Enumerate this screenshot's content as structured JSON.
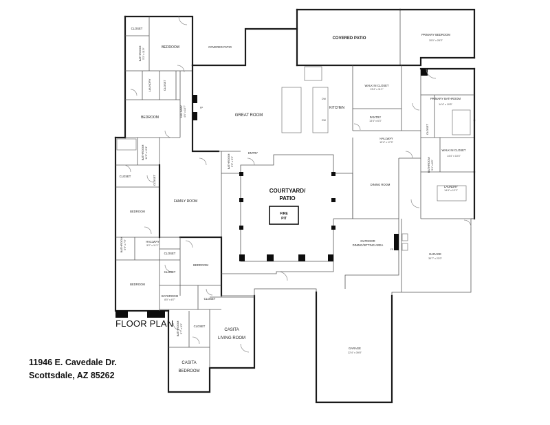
{
  "plan_title": "FLOOR PLAN",
  "address": {
    "line1": "11946 E. Cavedale Dr.",
    "line2": "Scottsdale, AZ 85262"
  },
  "rooms": {
    "bedroom_1": "BEDROOM",
    "closet_top": "CLOSET",
    "bath_top": "BATHROOM",
    "bath_top_dim": "5'3\" x 11'9\"",
    "covered_patio_small": "COVERED PATIO",
    "covered_patio_large": "COVERED PATIO",
    "laundry_left": "LAUNDRY",
    "closet_laundry": "CLOSET",
    "hallway_left": "HALLWAY",
    "hallway_left_dim": "4'6\" x 18'7\"",
    "bedroom_2": "BEDROOM",
    "great_room": "GREAT ROOM",
    "kitchen": "KITCHEN",
    "walk_in_closet_1": "WALK IN CLOSET",
    "walk_in_closet_1_dim": "13'4\" x 11'1\"",
    "pantry": "PANTRY",
    "pantry_dim": "13'4\" x 6'3\"",
    "primary_bedroom": "PRIMARY BEDROOM",
    "primary_bedroom_dim": "20'0\" x 28'3\"",
    "primary_bathroom": "PRIMARY BATHROOM",
    "primary_bathroom_dim": "14'4\" x 19'5\"",
    "hallway_right": "HALLWAY",
    "hallway_right_dim": "19'4\" x 17'9\"",
    "walk_in_closet_2": "WALK IN CLOSET",
    "walk_in_closet_2_dim": "14'4\" x 10'4\"",
    "closet_primary": "CLOSET",
    "bath_mid": "BATHROOM",
    "bath_mid_dim": "11'9\" x 10'1\"",
    "closet_mid_1": "CLOSET",
    "closet_mid_2": "CLOSET",
    "entry": "ENTRY",
    "bath_entry": "BATHROOM",
    "bath_entry_dim": "5'9\" x 5'2\"",
    "family_room": "FAMILY ROOM",
    "courtyard_1": "COURTYARD/",
    "courtyard_2": "PATIO",
    "fire_pit_1": "FIRE",
    "fire_pit_2": "PIT",
    "dining_room": "DINING ROOM",
    "bath_right": "BATHROOM",
    "bath_right_dim": "5'4\" x 8'5\"",
    "laundry_right": "LAUNDRY",
    "laundry_right_dim": "14'4\" x 12'1\"",
    "bedroom_3": "BEDROOM",
    "bath_left_2": "BATHROOM",
    "bath_left_2_dim": "5'9\" x 7'0\"",
    "hallway_small": "HALLWAY",
    "hallway_small_dim": "5'2\" x 11'1\"",
    "outdoor_1": "OUTDOOR",
    "outdoor_2": "DINING/SITTING AREA",
    "garage_right": "GARAGE",
    "garage_right_dim": "30'7\" x 23'0\"",
    "bedroom_4": "BEDROOM",
    "closet_b4": "CLOSET",
    "closet_b4b": "CLOSET",
    "bedroom_5": "BEDROOM",
    "bath_lower": "BATHROOM",
    "bath_lower_dim": "8'0\" x 8'7\"",
    "closet_lower": "CLOSET",
    "casita_bath": "BATHROOM",
    "casita_bath_dim": "5'7\" x 9'9\"",
    "casita_closet": "CLOSET",
    "casita_living_1": "CASITA",
    "casita_living_2": "LIVING ROOM",
    "casita_bedroom_1": "CASITA",
    "casita_bedroom_2": "BEDROOM",
    "garage_lower": "GARAGE",
    "garage_lower_dim": "22'4\" x 39'8\"",
    "dw_1": "DW",
    "dw_2": "DW",
    "fp_1": "FP",
    "fp_2": "FP"
  }
}
